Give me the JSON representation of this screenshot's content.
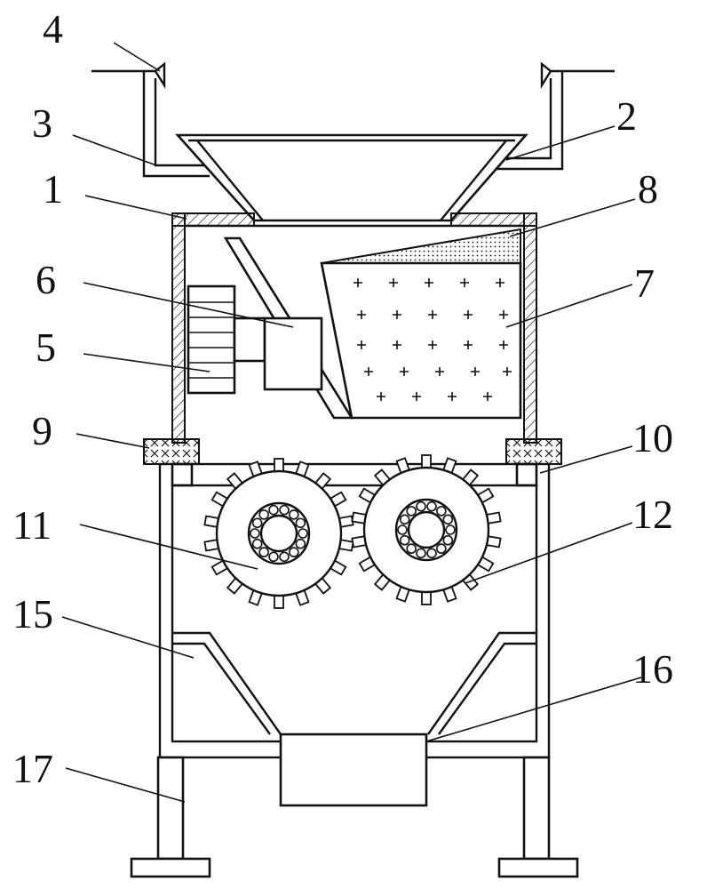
{
  "diagram": {
    "callouts": [
      {
        "id": "1",
        "text": "1"
      },
      {
        "id": "2",
        "text": "2"
      },
      {
        "id": "3",
        "text": "3"
      },
      {
        "id": "4",
        "text": "4"
      },
      {
        "id": "5",
        "text": "5"
      },
      {
        "id": "6",
        "text": "6"
      },
      {
        "id": "7",
        "text": "7"
      },
      {
        "id": "8",
        "text": "8"
      },
      {
        "id": "9",
        "text": "9"
      },
      {
        "id": "10",
        "text": "10"
      },
      {
        "id": "11",
        "text": "11"
      },
      {
        "id": "12",
        "text": "12"
      },
      {
        "id": "15",
        "text": "15"
      },
      {
        "id": "16",
        "text": "16"
      },
      {
        "id": "17",
        "text": "17"
      }
    ]
  }
}
